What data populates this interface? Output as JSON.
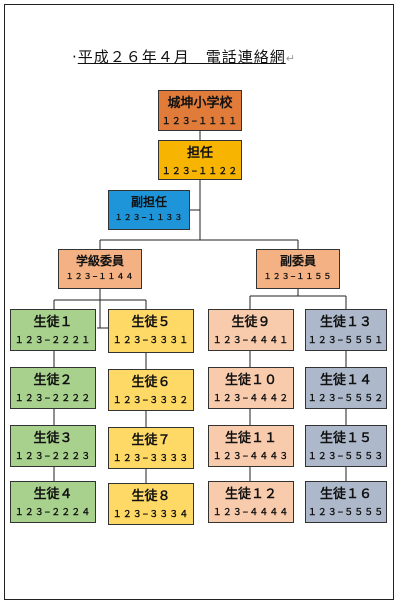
{
  "title": {
    "prefix": "·",
    "text": "平成２６年４月　電話連絡網",
    "return_mark": "↵"
  },
  "nodes": {
    "school": {
      "name": "城坤小学校",
      "phone": "１２３−１１１１"
    },
    "teacher": {
      "name": "担任",
      "phone": "１２３−１１２２"
    },
    "vice_teacher": {
      "name": "副担任",
      "phone": "１２３−１１３３"
    },
    "class_rep": {
      "name": "学級委員",
      "phone": "１２３−１１４４"
    },
    "vice_rep": {
      "name": "副委員",
      "phone": "１２３−１１５５"
    },
    "students": [
      {
        "name": "生徒１",
        "phone": "１２３−２２２１"
      },
      {
        "name": "生徒２",
        "phone": "１２３−２２２２"
      },
      {
        "name": "生徒３",
        "phone": "１２３−２２２３"
      },
      {
        "name": "生徒４",
        "phone": "１２３−２２２４"
      },
      {
        "name": "生徒５",
        "phone": "１２３−３３３１"
      },
      {
        "name": "生徒６",
        "phone": "１２３−３３３２"
      },
      {
        "name": "生徒７",
        "phone": "１２３−３３３３"
      },
      {
        "name": "生徒８",
        "phone": "１２３−３３３４"
      },
      {
        "name": "生徒９",
        "phone": "１２３−４４４１"
      },
      {
        "name": "生徒１０",
        "phone": "１２３−４４４２"
      },
      {
        "name": "生徒１１",
        "phone": "１２３−４４４３"
      },
      {
        "name": "生徒１２",
        "phone": "１２３−４４４４"
      },
      {
        "name": "生徒１３",
        "phone": "１２３−５５５１"
      },
      {
        "name": "生徒１４",
        "phone": "１２３−５５５２"
      },
      {
        "name": "生徒１５",
        "phone": "１２３−５５５３"
      },
      {
        "name": "生徒１６",
        "phone": "１２３−５５５５"
      }
    ]
  },
  "colors": {
    "school": "#e07b39",
    "teacher": "#f7b400",
    "vice_teacher": "#1e95d8",
    "reps": "#f4b183",
    "group1": "#a9d18e",
    "group2": "#ffd966",
    "group3": "#f8cbad",
    "group4": "#adb9ca"
  }
}
